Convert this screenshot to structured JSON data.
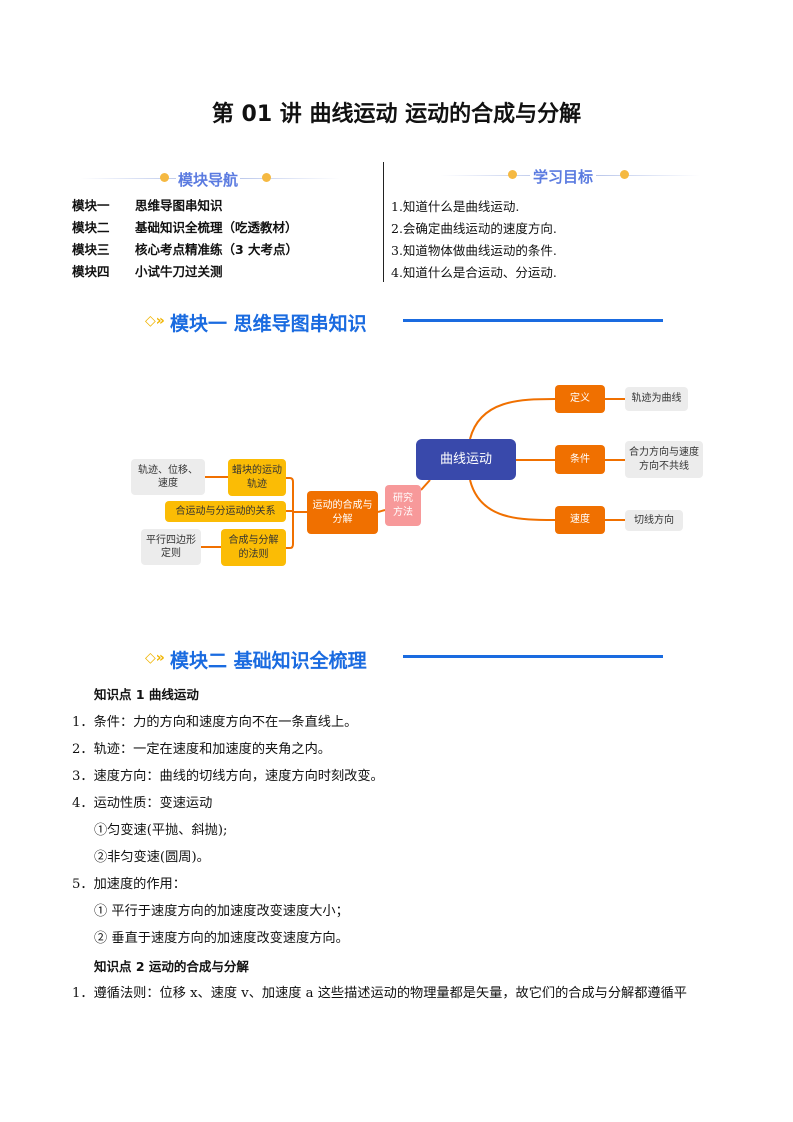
{
  "title": "第 01 讲  曲线运动  运动的合成与分解",
  "nav": {
    "header": "模块导航",
    "items": [
      {
        "module": "模块一",
        "text": "思维导图串知识"
      },
      {
        "module": "模块二",
        "text": "基础知识全梳理（吃透教材）"
      },
      {
        "module": "模块三",
        "text": "核心考点精准练（3 大考点）"
      },
      {
        "module": "模块四",
        "text": "小试牛刀过关测"
      }
    ]
  },
  "goals": {
    "header": "学习目标",
    "items": [
      "1.知道什么是曲线运动.",
      "2.会确定曲线运动的速度方向.",
      "3.知道物体做曲线运动的条件.",
      "4.知道什么是合运动、分运动."
    ]
  },
  "sections": {
    "s1": "模块一  思维导图串知识",
    "s2": "模块二  基础知识全梳理",
    "marker": "◇»"
  },
  "mindmap": {
    "center": "曲线运动",
    "def": "定义",
    "def_leaf": "轨迹为曲线",
    "cond": "条件",
    "cond_leaf": "合力方向与速度方向不共线",
    "vel": "速度",
    "vel_leaf": "切线方向",
    "method": "研究方法",
    "comp": "运动的合成与分解",
    "wax": "蜡块的运动轨迹",
    "wax_leaf": "轨迹、位移、速度",
    "rel": "合运动与分运动的关系",
    "rule": "合成与分解的法则",
    "rule_leaf": "平行四边形定则"
  },
  "kp1": {
    "title": "知识点 1  曲线运动",
    "lines": [
      "1．条件：力的方向和速度方向不在一条直线上。",
      "2．轨迹：一定在速度和加速度的夹角之内。",
      "3．速度方向：曲线的切线方向，速度方向时刻改变。",
      "4．运动性质：变速运动",
      "①匀变速(平抛、斜抛);",
      "②非匀变速(圆周)。",
      "5．加速度的作用：",
      "①  平行于速度方向的加速度改变速度大小；",
      "②  垂直于速度方向的加速度改变速度方向。"
    ]
  },
  "kp2": {
    "title": "知识点 2  运动的合成与分解",
    "lines": [
      "1．遵循法则：位移 x、速度 v、加速度 a 这些描述运动的物理量都是矢量，故它们的合成与分解都遵循平"
    ]
  }
}
